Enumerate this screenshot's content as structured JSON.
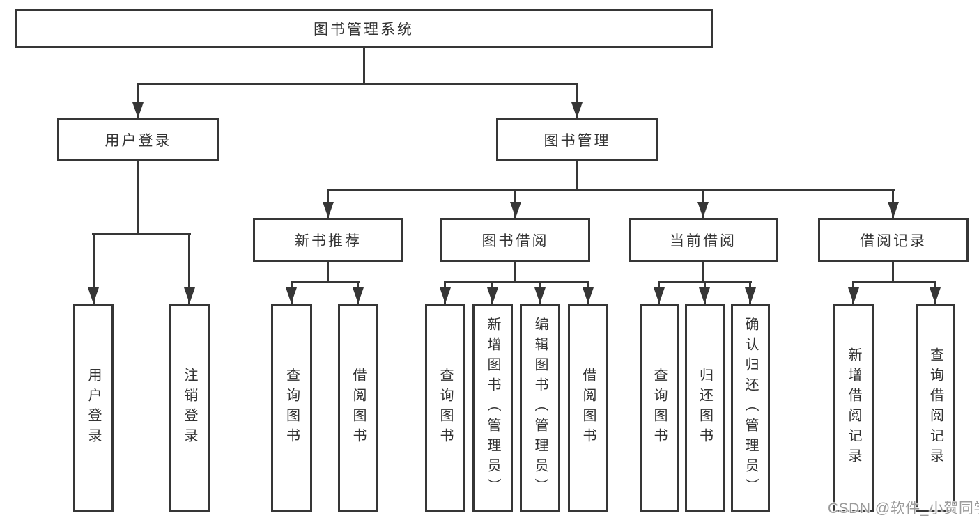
{
  "tree": {
    "label": "图书管理系统",
    "children": [
      {
        "label": "用户登录",
        "children": [
          {
            "label": "用户登录"
          },
          {
            "label": "注销登录"
          }
        ]
      },
      {
        "label": "图书管理",
        "children": [
          {
            "label": "新书推荐",
            "children": [
              {
                "label": "查询图书"
              },
              {
                "label": "借阅图书"
              }
            ]
          },
          {
            "label": "图书借阅",
            "children": [
              {
                "label": "查询图书"
              },
              {
                "label": "新增图书（管理员）"
              },
              {
                "label": "编辑图书（管理员）"
              },
              {
                "label": "借阅图书"
              }
            ]
          },
          {
            "label": "当前借阅",
            "children": [
              {
                "label": "查询图书"
              },
              {
                "label": "归还图书"
              },
              {
                "label": "确认归还（管理员）"
              }
            ]
          },
          {
            "label": "借阅记录",
            "children": [
              {
                "label": "新增借阅记录"
              },
              {
                "label": "查询借阅记录"
              }
            ]
          }
        ]
      }
    ]
  },
  "watermark": {
    "text": "CSDN @软件_小贺同学"
  },
  "colors": {
    "line": "#363636",
    "text": "#333333",
    "watermark": "#9b9b9b",
    "bg": "#ffffff"
  }
}
